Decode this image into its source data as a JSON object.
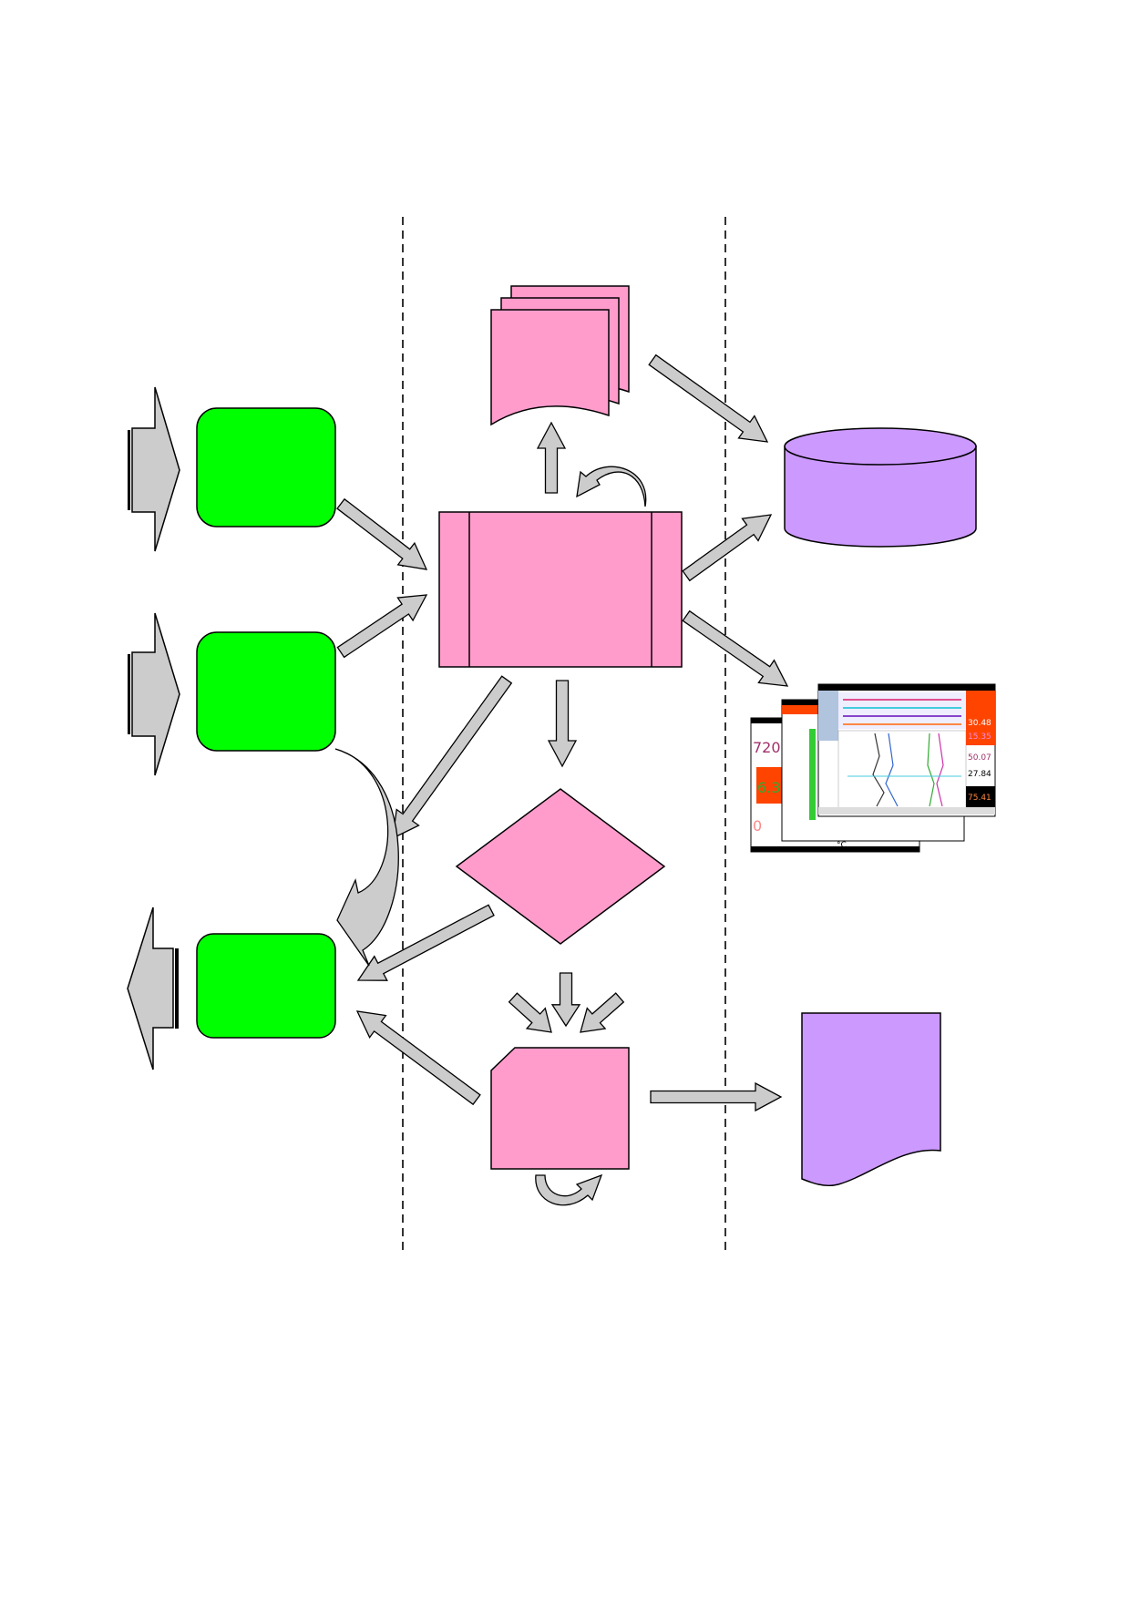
{
  "diagram": {
    "colors": {
      "input_block": "#00ff00",
      "process_block": "#ff9ccc",
      "storage_block": "#cc99ff",
      "arrow_fill": "#cccccc",
      "stroke": "#000000",
      "screen_accent": "#ff4400"
    },
    "lanes": {
      "divider_count": 2,
      "divider_style": "dashed"
    },
    "shapes": [
      {
        "id": "input-1",
        "kind": "rounded-rectangle",
        "color": "input_block"
      },
      {
        "id": "input-2",
        "kind": "rounded-rectangle",
        "color": "input_block"
      },
      {
        "id": "output-1",
        "kind": "rounded-rectangle",
        "color": "input_block"
      },
      {
        "id": "documents-stack",
        "kind": "multi-document",
        "color": "process_block"
      },
      {
        "id": "process-main",
        "kind": "predefined-process",
        "color": "process_block"
      },
      {
        "id": "decision",
        "kind": "diamond",
        "color": "process_block"
      },
      {
        "id": "card",
        "kind": "card",
        "color": "process_block"
      },
      {
        "id": "database",
        "kind": "cylinder",
        "color": "storage_block"
      },
      {
        "id": "report-document",
        "kind": "document",
        "color": "storage_block"
      },
      {
        "id": "screenshots",
        "kind": "image",
        "color": "screen_accent"
      }
    ],
    "screen_readouts": {
      "big_value_1": "720",
      "big_value_2": "6.3",
      "big_value_3": "0",
      "side_value_1": "30.48",
      "side_value_2": "50.07",
      "side_value_3": "27.84",
      "side_value_4": "75.41",
      "side_value_5": "15.35",
      "unit_label": "°C"
    }
  }
}
